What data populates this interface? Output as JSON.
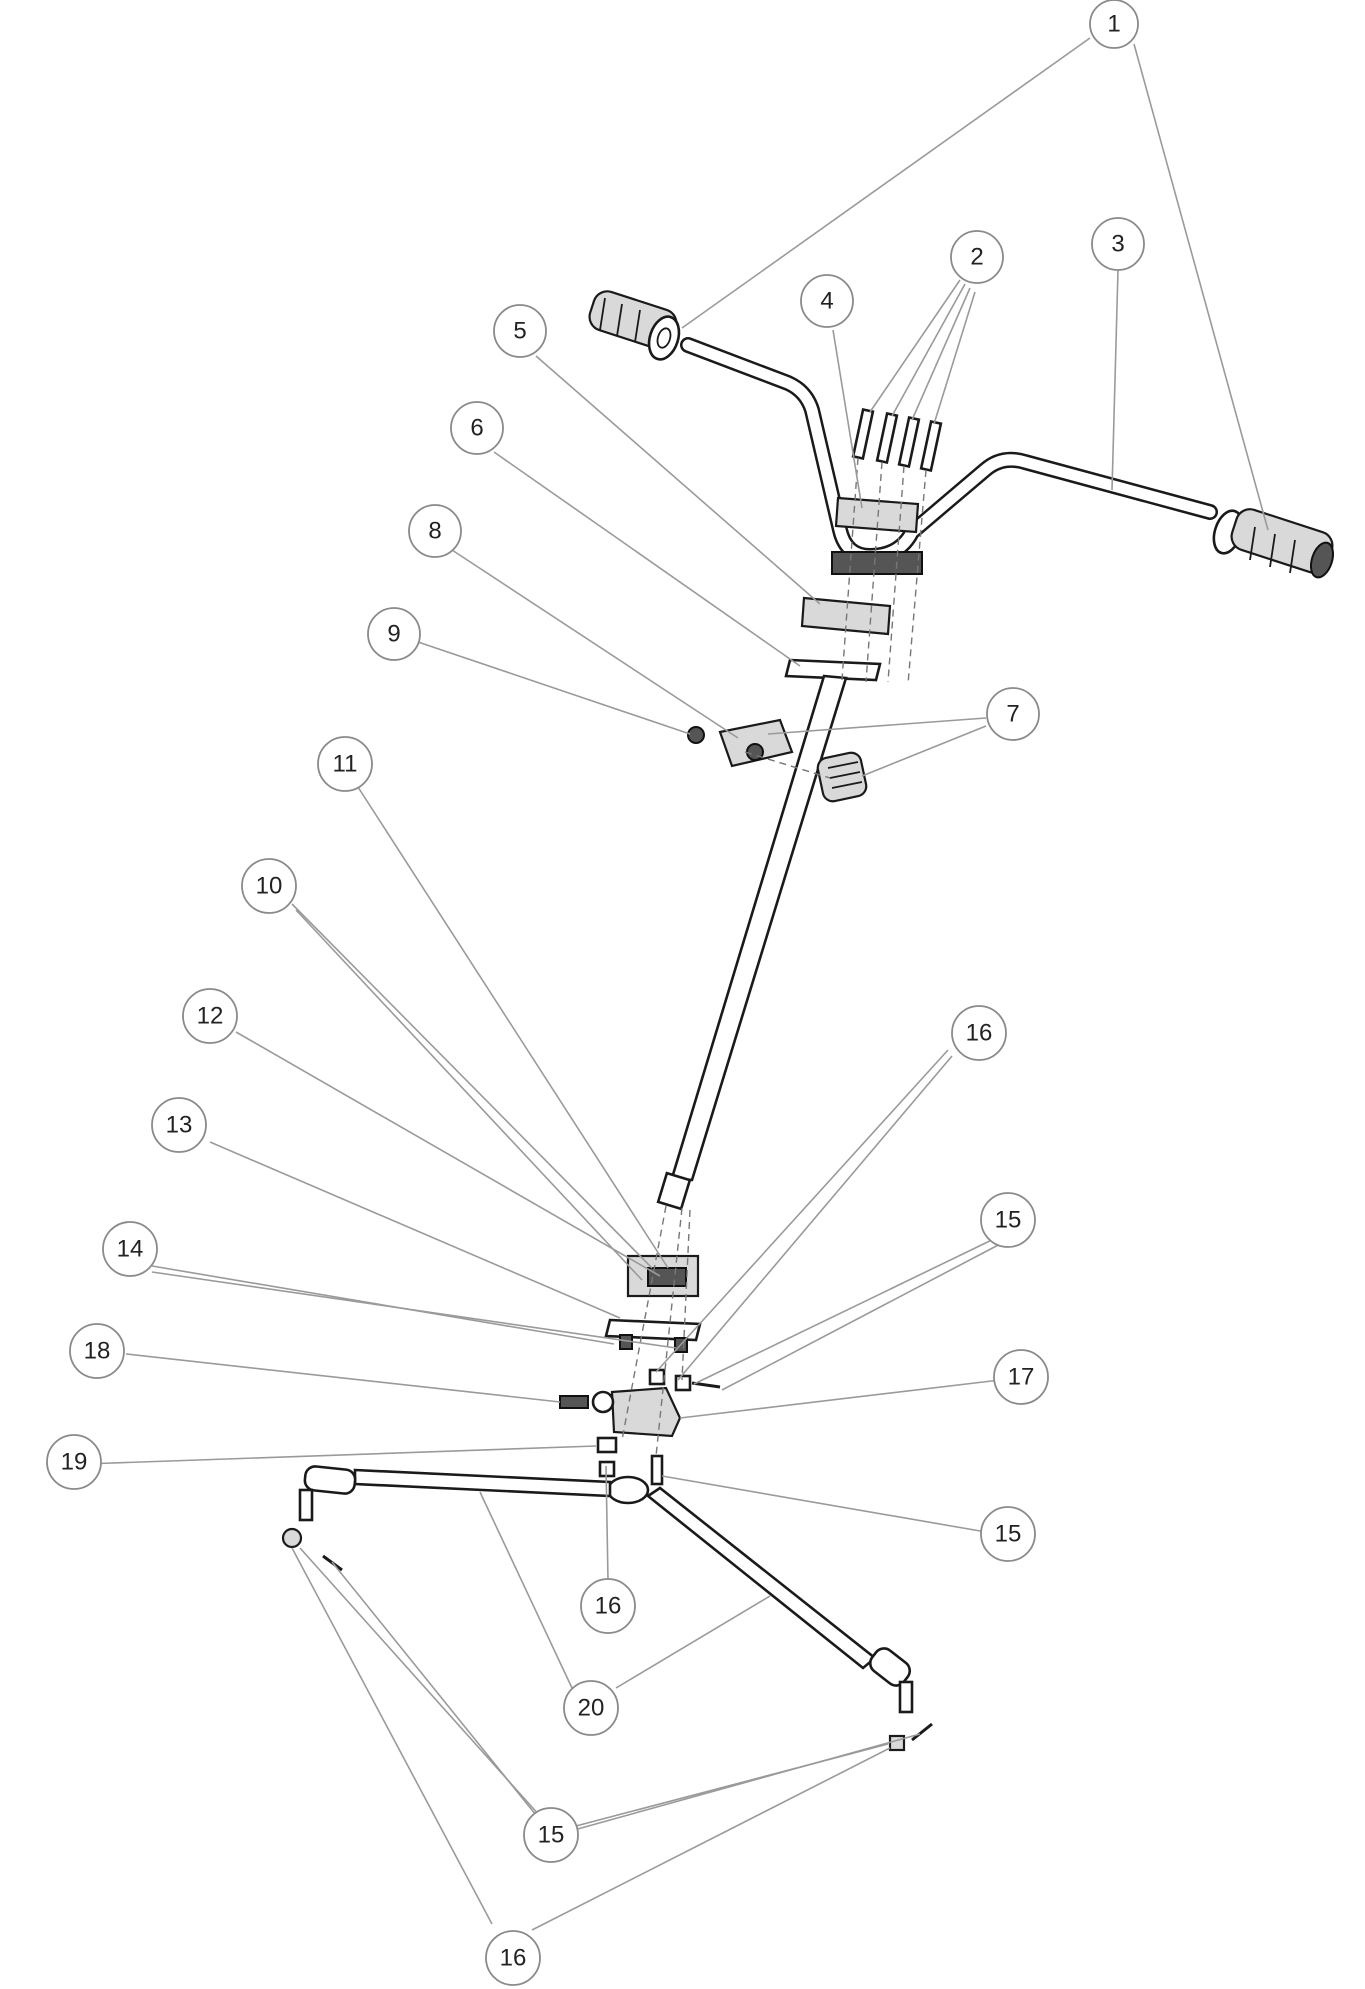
{
  "callouts": [
    {
      "id": "c1",
      "label": "1"
    },
    {
      "id": "c2",
      "label": "2"
    },
    {
      "id": "c3",
      "label": "3"
    },
    {
      "id": "c4",
      "label": "4"
    },
    {
      "id": "c5",
      "label": "5"
    },
    {
      "id": "c6",
      "label": "6"
    },
    {
      "id": "c7",
      "label": "7"
    },
    {
      "id": "c8",
      "label": "8"
    },
    {
      "id": "c9",
      "label": "9"
    },
    {
      "id": "c10",
      "label": "10"
    },
    {
      "id": "c11",
      "label": "11"
    },
    {
      "id": "c12",
      "label": "12"
    },
    {
      "id": "c13",
      "label": "13"
    },
    {
      "id": "c14",
      "label": "14"
    },
    {
      "id": "c15a",
      "label": "15"
    },
    {
      "id": "c15b",
      "label": "15"
    },
    {
      "id": "c15c",
      "label": "15"
    },
    {
      "id": "c16a",
      "label": "16"
    },
    {
      "id": "c16b",
      "label": "16"
    },
    {
      "id": "c16c",
      "label": "16"
    },
    {
      "id": "c17",
      "label": "17"
    },
    {
      "id": "c18",
      "label": "18"
    },
    {
      "id": "c19",
      "label": "19"
    },
    {
      "id": "c20",
      "label": "20"
    }
  ]
}
